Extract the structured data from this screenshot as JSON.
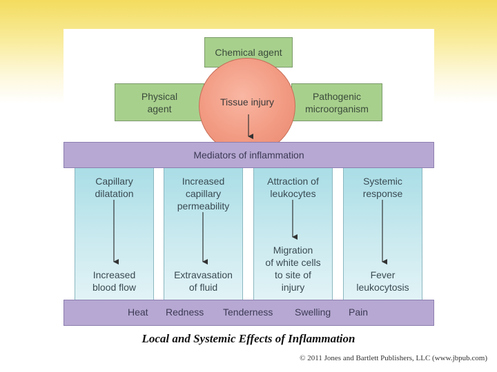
{
  "diagram": {
    "chemical_agent": "Chemical agent",
    "physical_agent": "Physical\nagent",
    "pathogenic": "Pathogenic\nmicroorganism",
    "tissue_injury": "Tissue injury",
    "mediators": "Mediators of inflammation",
    "columns": [
      {
        "top": "Capillary\ndilatation",
        "bottom": "Increased\nblood flow"
      },
      {
        "top": "Increased\ncapillary\npermeability",
        "bottom": "Extravasation\nof fluid"
      },
      {
        "top": "Attraction of\nleukocytes",
        "bottom": "Migration\nof white cells\nto site of\ninjury"
      },
      {
        "top": "Systemic\nresponse",
        "bottom": "Fever\nleukocytosis"
      }
    ],
    "effects": [
      "Heat",
      "Redness",
      "Tenderness",
      "Swelling",
      "Pain"
    ]
  },
  "caption": "Local and Systemic Effects of Inflammation",
  "copyright": "© 2011 Jones and Bartlett Publishers, LLC (www.jbpub.com)",
  "colors": {
    "header_gradient": "#f3dc5e",
    "agent_box": "#a8d08d",
    "tissue_circle": "#f29a82",
    "mediator_bar": "#b6a8d2",
    "columns": "#a9dde6"
  }
}
